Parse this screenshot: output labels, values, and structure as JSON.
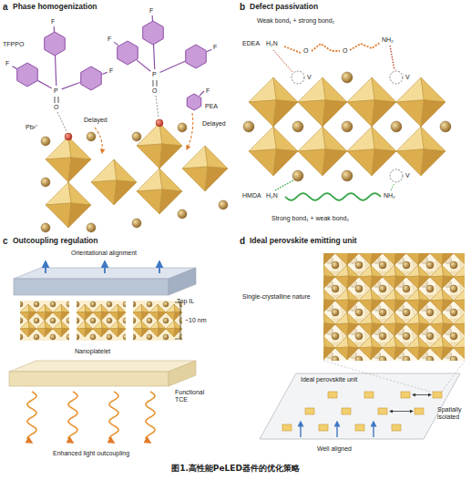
{
  "diagram": {
    "caption": "图1.高性能PeLED器件的优化策略",
    "labels": [
      "a",
      "Phase homogenization",
      "TFPPO",
      "F",
      "F",
      "F",
      "P",
      "O",
      "Pb²⁺",
      "Delayed",
      "F",
      "F",
      "F",
      "P",
      "O",
      "F",
      "PEA",
      "Delayed",
      "b",
      "Defect passivation",
      "Weak bond₁ + strong bond₂",
      "EDEA",
      "H₂N",
      "O",
      "O",
      "NH₂",
      "V",
      "V",
      "HMDA",
      "H₂N",
      "NH₂",
      "V",
      "Strong bond₁ + weak bond₂",
      "c",
      "Outcoupling regulation",
      "Orientational alignment",
      "Top IL",
      "~10 nm",
      "Nanoplatelet",
      "Functional TCE",
      "Enhanced light outcoupling",
      "d",
      "Ideal perovskite emitting unit",
      "Single-crystalline nature",
      "Ideal perovskite unit",
      "Spatially isolated",
      "Well aligned"
    ]
  }
}
